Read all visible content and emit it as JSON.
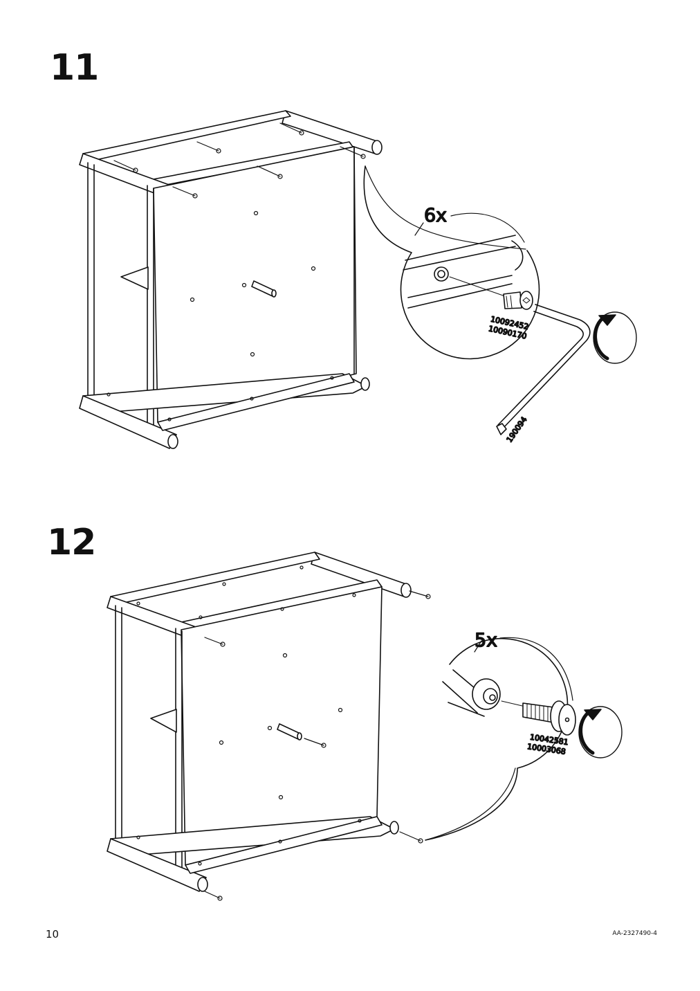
{
  "steps": [
    {
      "number": "11",
      "quantity": "6x",
      "part_numbers": [
        "10092452",
        "10090170"
      ],
      "tool_number": "190094",
      "icons": [
        "frame-illustration",
        "screw-icon",
        "allen-key-icon",
        "rotate-clockwise-icon"
      ]
    },
    {
      "number": "12",
      "quantity": "5x",
      "part_numbers": [
        "10042581",
        "10003068"
      ],
      "icons": [
        "frame-illustration",
        "adjustable-foot-icon",
        "rotate-clockwise-icon"
      ]
    }
  ],
  "footer": {
    "page_number": "10",
    "doc_code": "AA-2327490-4"
  }
}
